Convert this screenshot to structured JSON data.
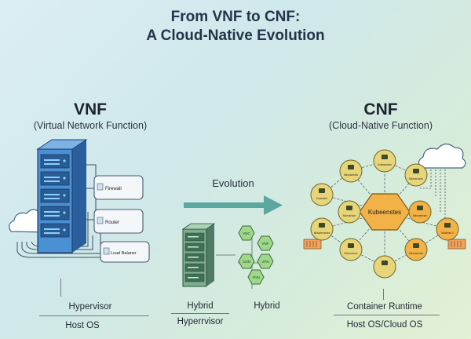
{
  "title": {
    "line1": "From VNF to CNF:",
    "line2": "A Cloud-Native Evolution"
  },
  "vnf": {
    "heading": "VNF",
    "subtitle": "(Virtual Network Function)",
    "functions": [
      "Firewall",
      "Router",
      "Load Balaner"
    ],
    "layer_top": "Hypervisor",
    "layer_bottom": "Host OS"
  },
  "evolution": {
    "label": "Evolution"
  },
  "hybrid": {
    "label_left_top": "Hybrid",
    "label_left_bottom": "Hyperrvisor",
    "label_right": "Hybrid",
    "hex_labels": [
      "VNC",
      "VNF",
      "CNN",
      "VPN",
      "YNN"
    ]
  },
  "cnf": {
    "heading": "CNF",
    "subtitle": "(Cloud-Native Function)",
    "center_label": "Kubeenstes",
    "node_labels": [
      "Microsutbies",
      "Uclassesses",
      "Microsrvices",
      "Knoesteer",
      "Microsrvice",
      "Microservice",
      "Mutaserveices",
      "Microsrvces",
      "Microservice",
      "Mdoteles 1"
    ],
    "layer_top": "Container Runtime",
    "layer_bottom": "Host OS/Cloud OS"
  },
  "colors": {
    "server": "#3a7fc6",
    "hex_green": "#9ed88a",
    "node_yellow": "#e8d57a",
    "node_orange": "#f2b247",
    "arrow": "#5aa8a0"
  }
}
